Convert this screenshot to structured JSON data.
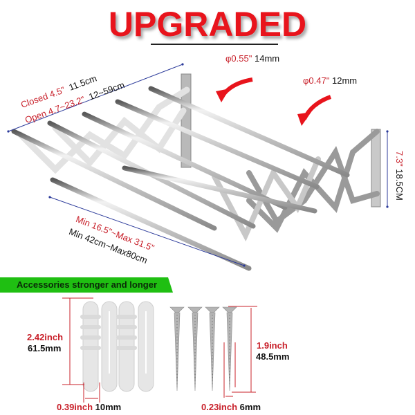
{
  "title": "UPGRADED",
  "dimensions": {
    "depth_closed_in": "Closed 4.5\"",
    "depth_closed_cm": "11.5cm",
    "depth_open_in": "Open 4.7~23.2\"",
    "depth_open_cm": "12~59cm",
    "tube_large_in": "φ0.55\"",
    "tube_large_mm": "14mm",
    "tube_small_in": "φ0.47\"",
    "tube_small_mm": "12mm",
    "height_in": "7.3\"",
    "height_cm": "18.5CM",
    "length_in": "Min 16.5\"~Max 31.5\"",
    "length_cm": "Min 42cm~Max80cm"
  },
  "accessories": {
    "banner": "Accessories stronger and longer",
    "anchor_length_in": "2.42inch",
    "anchor_length_mm": "61.5mm",
    "anchor_width_in": "0.39inch",
    "anchor_width_mm": "10mm",
    "screw_length_in": "1.9inch",
    "screw_length_mm": "48.5mm",
    "screw_width_in": "0.23inch",
    "screw_width_mm": "6mm"
  },
  "colors": {
    "title_red": "#e8141c",
    "label_red": "#c8202a",
    "dimension_blue": "#2b3a9a",
    "banner_green": "#1fbf12"
  }
}
